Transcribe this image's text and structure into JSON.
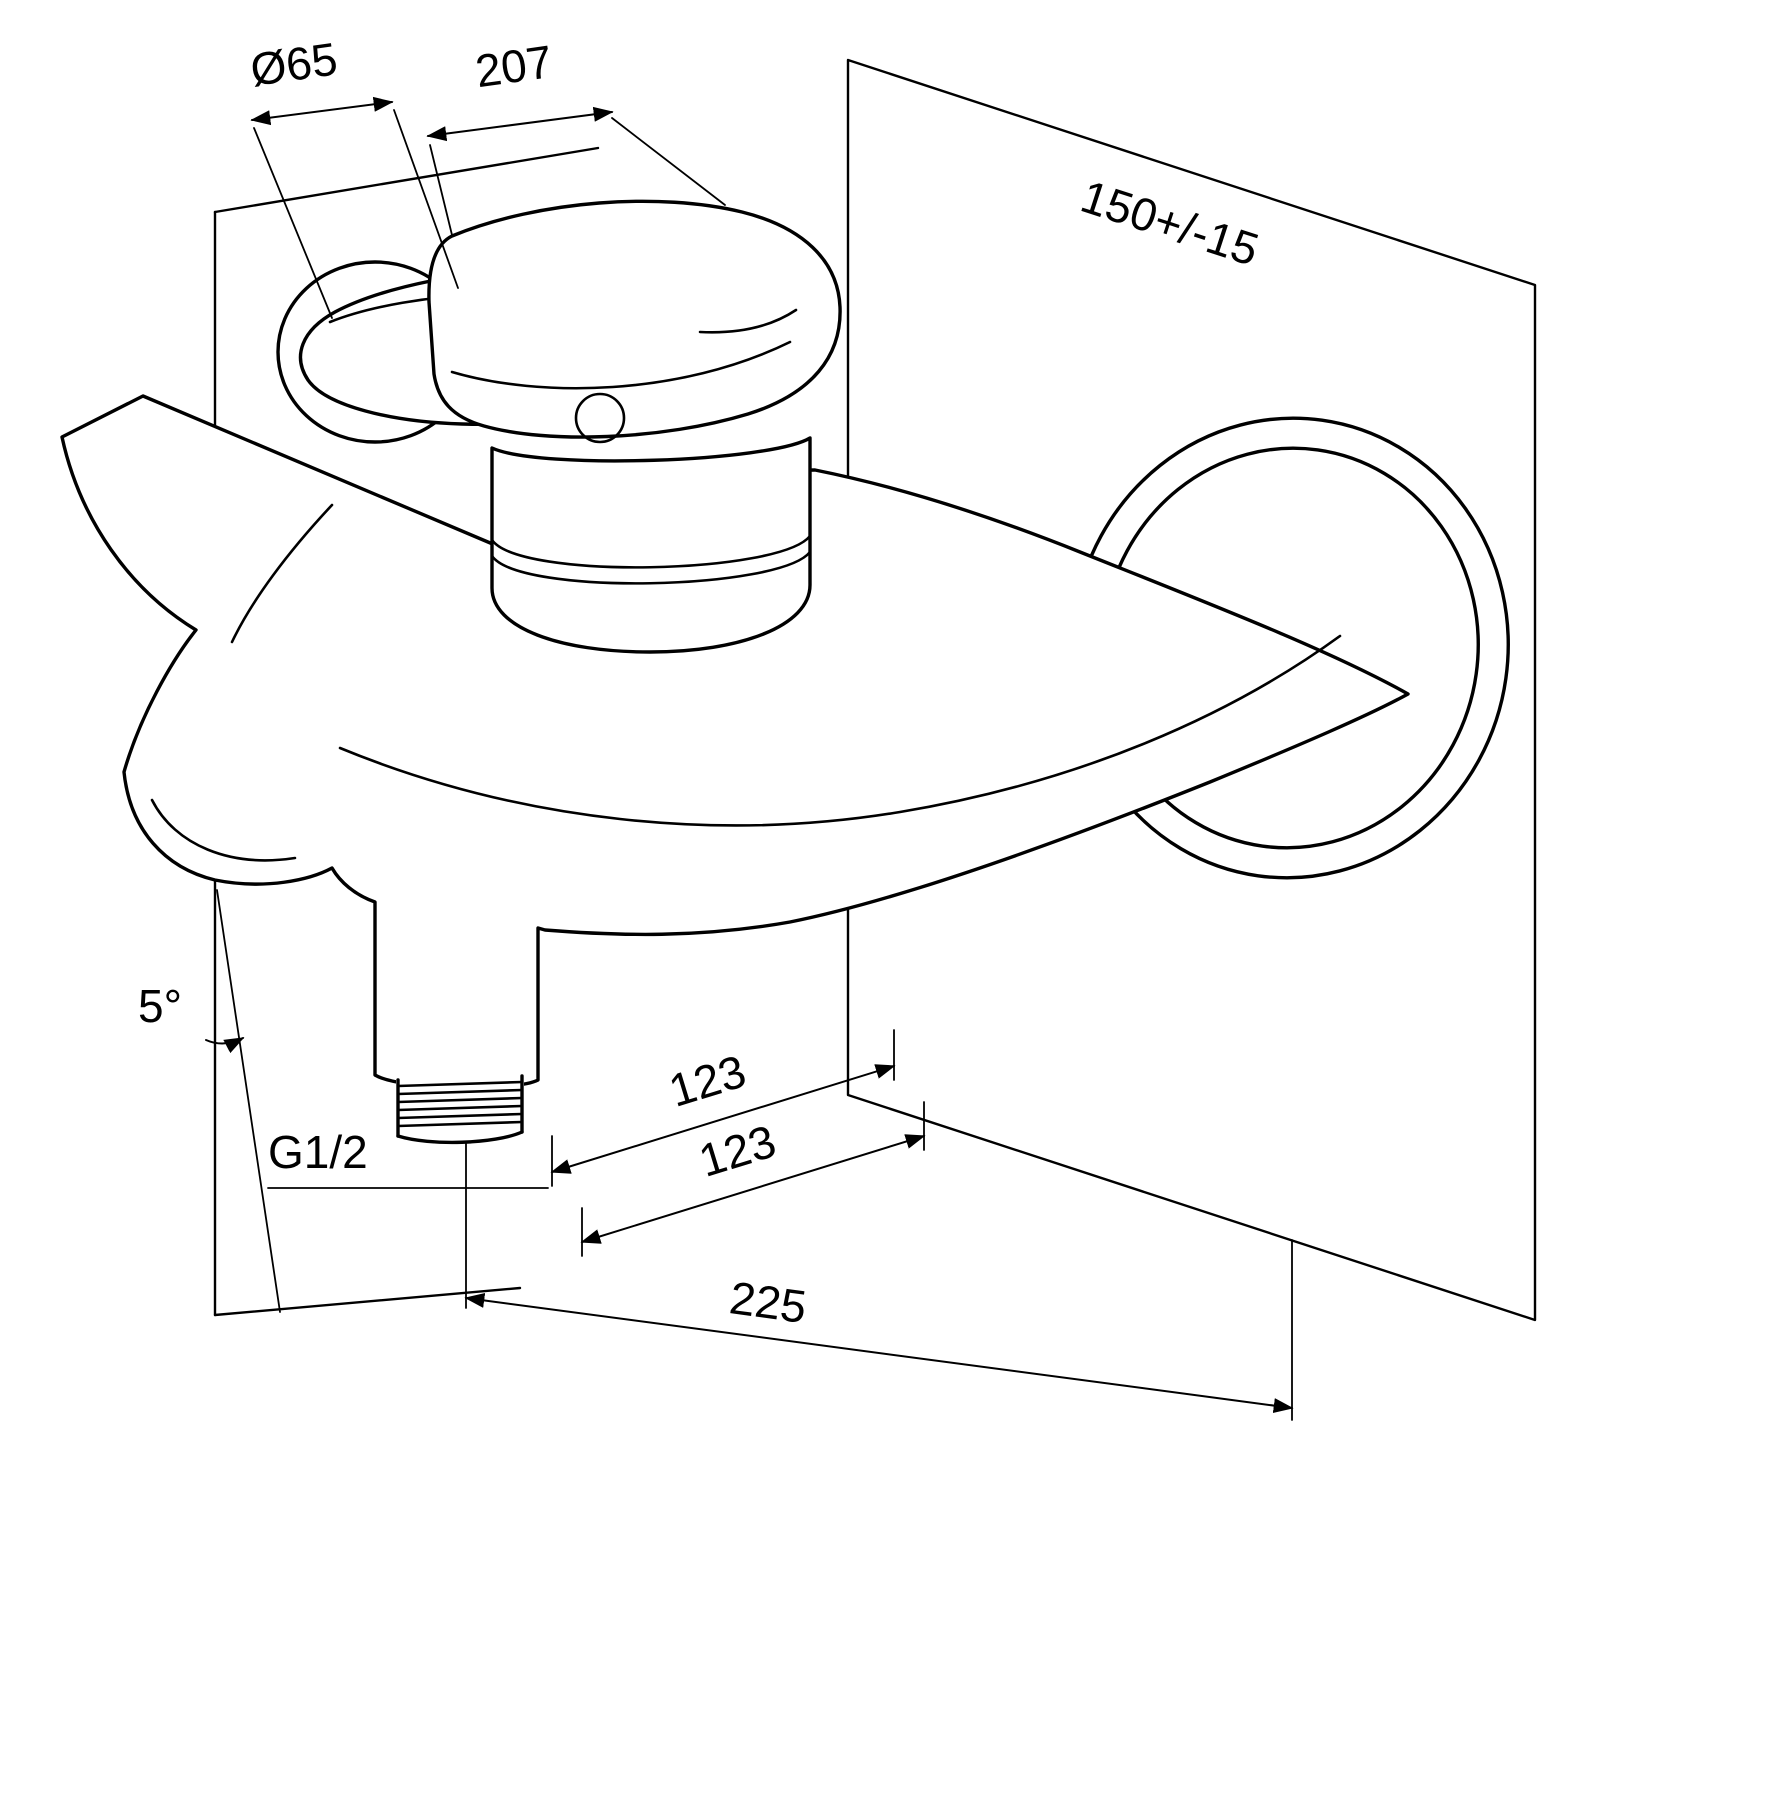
{
  "drawing": {
    "type": "technical-dimension-drawing",
    "subject": "wall-mounted single-lever bath mixer tap, isometric view with installation dimensions",
    "line_color": "#000000",
    "background": "#ffffff"
  },
  "labels": {
    "diameter": "Ø65",
    "handle_length": "207",
    "wall_distance": "150+/-15",
    "tilt_angle": "5°",
    "thread": "G1/2",
    "depth_a": "123",
    "depth_b": "123",
    "overall_depth": "225"
  }
}
